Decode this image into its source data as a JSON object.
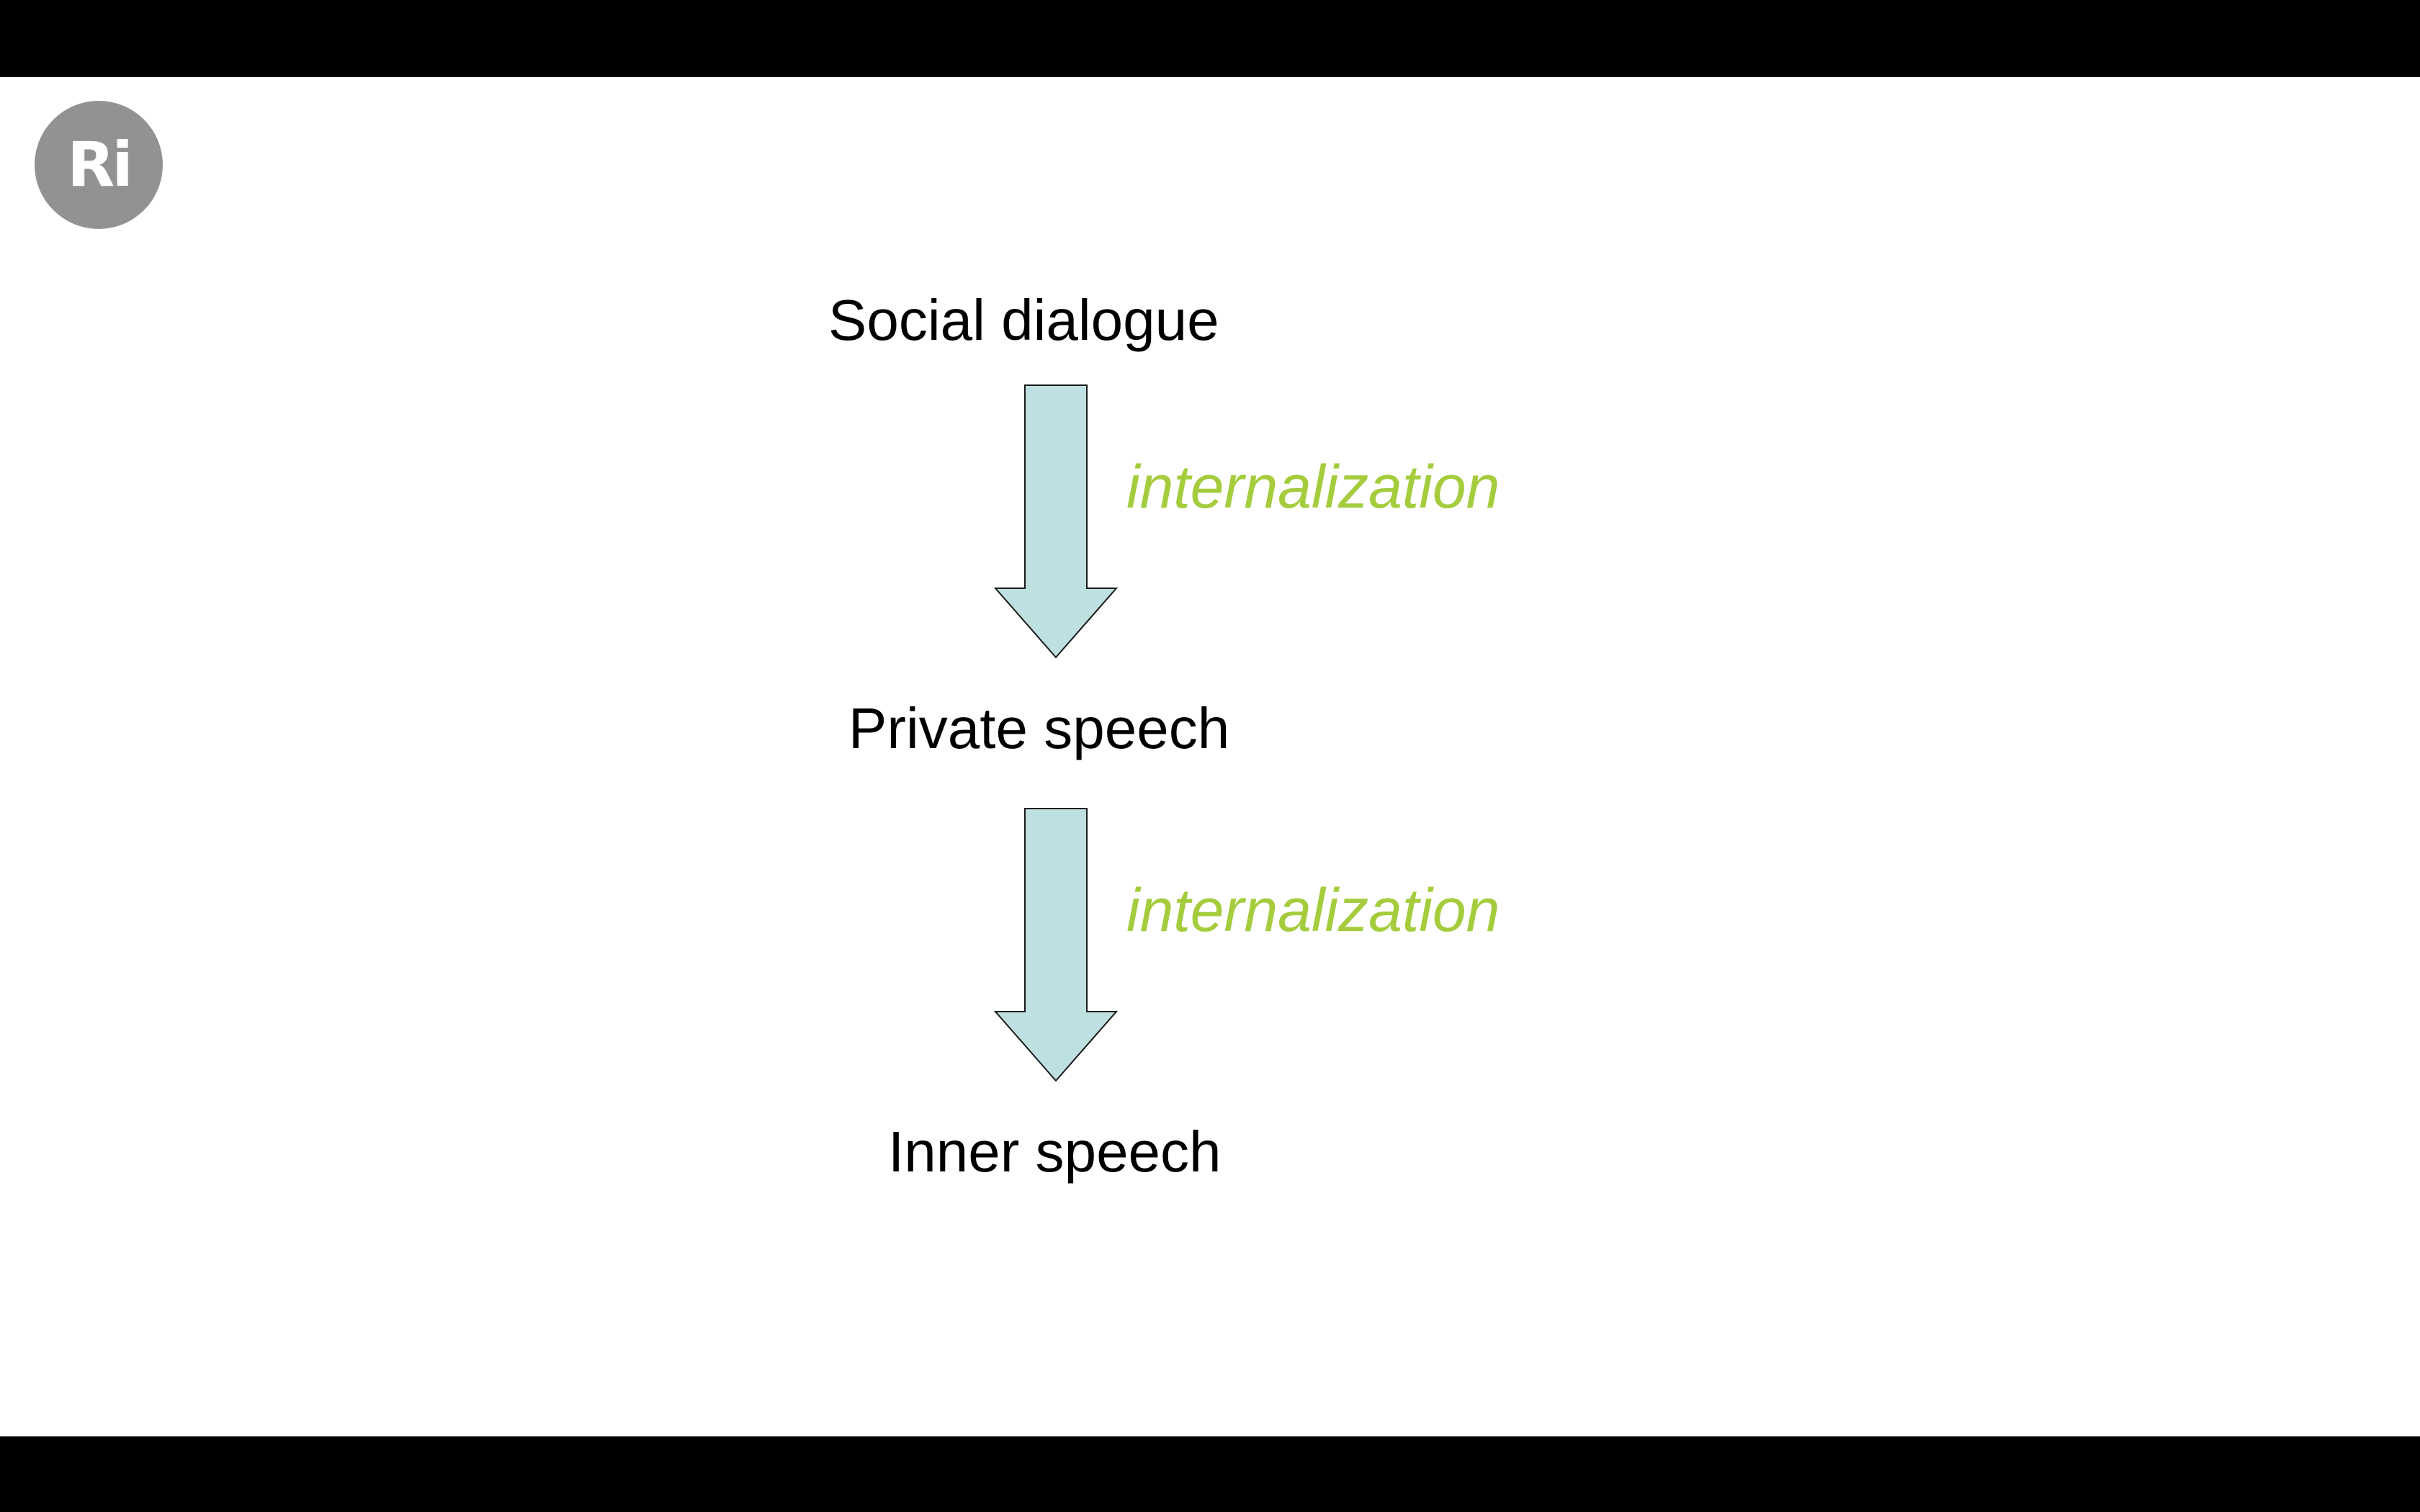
{
  "logo": {
    "text": "Ri",
    "color": "#929292"
  },
  "diagram": {
    "stages": [
      {
        "label": "Social dialogue"
      },
      {
        "label": "Private speech"
      },
      {
        "label": "Inner speech"
      }
    ],
    "transitions": [
      {
        "label": "internalization"
      },
      {
        "label": "internalization"
      }
    ],
    "colors": {
      "arrow_fill": "#bfe0e0",
      "arrow_stroke": "#1a1a1a",
      "transition_text": "#a4cc3c",
      "stage_text": "#000000"
    }
  }
}
